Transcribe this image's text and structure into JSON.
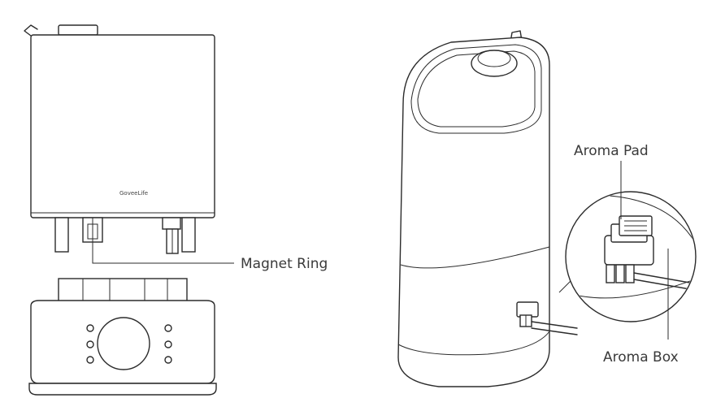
{
  "brand": "GoveeLife",
  "labels": {
    "magnet_ring": "Magnet Ring",
    "aroma_pad": "Aroma Pad",
    "aroma_box": "Aroma Box"
  }
}
